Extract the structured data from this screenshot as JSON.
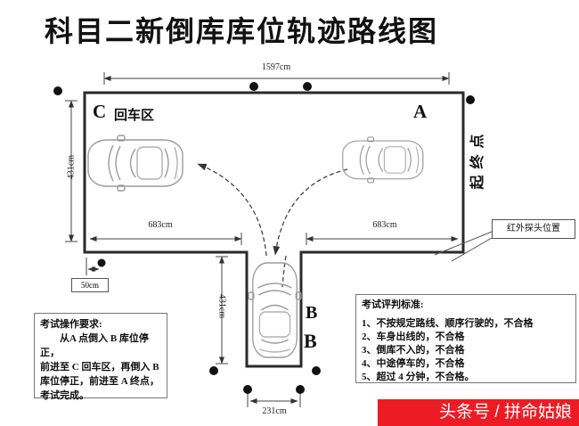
{
  "title": "科目二新倒库库位轨迹路线图",
  "areas": {
    "c_letter": "C",
    "c_name": "回车区",
    "a_letter": "A",
    "b_letter_1": "B",
    "b_letter_2": "B",
    "start_end": "起终点"
  },
  "dimensions": {
    "top_width": "1597cm",
    "left_height": "431cm",
    "left_section": "683cm",
    "right_section": "683cm",
    "garage_depth": "431cm",
    "garage_width": "231cm",
    "sensor_offset": "50cm"
  },
  "callout": {
    "camera": "红外探头位置"
  },
  "ops_box": {
    "title": "考试操作要求:",
    "line1": "从A 点倒入 B 库位停正，",
    "line2": "前进至 C 回车区，再倒入 B",
    "line3": "库位停正，前进至 A 终点，",
    "line4": "考试完成。"
  },
  "criteria_box": {
    "title": "考试评判标准:",
    "item1": "1、不按规定路线、顺序行驶的，不合格",
    "item2": "2、车身出线的，不合格",
    "item3": "3、倒库不入的，不合格",
    "item4": "4、中途停车的，不合格",
    "item5": "5、超过 4 分钟，不合格。"
  },
  "watermark": "头条号 / 拼命姑娘",
  "colors": {
    "watermark_bg": "#ed1c24",
    "course_line": "#2a2a2a",
    "car_outline": "#9b9b9b"
  }
}
